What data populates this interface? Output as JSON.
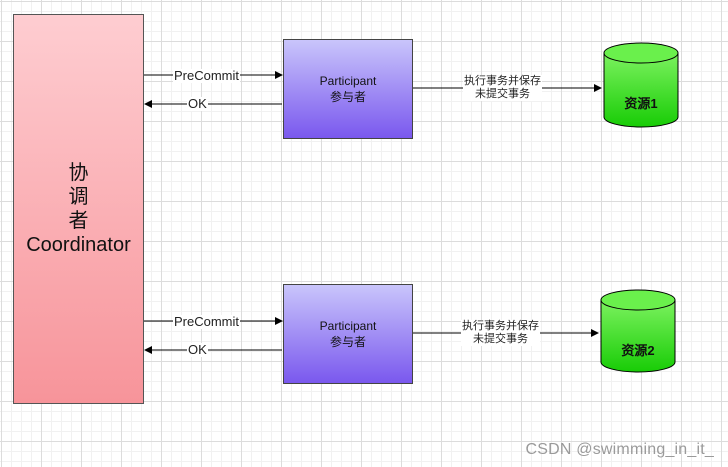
{
  "coordinator": {
    "lines": [
      "协",
      "调",
      "者",
      "Coordinator"
    ]
  },
  "participants": [
    {
      "name": "Participant",
      "label": "参与者",
      "precommit": "PreCommit",
      "ok": "OK",
      "action_line1": "执行事务并保存",
      "action_line2": "未提交事务",
      "resource": "资源1"
    },
    {
      "name": "Participant",
      "label": "参与者",
      "precommit": "PreCommit",
      "ok": "OK",
      "action_line1": "执行事务并保存",
      "action_line2": "未提交事务",
      "resource": "资源2"
    }
  ],
  "watermark": "CSDN @swimming_in_it_",
  "colors": {
    "coordinator_top": "#fecdd1",
    "coordinator_bottom": "#f7949a",
    "participant_top": "#c9c5fb",
    "participant_bottom": "#7a58ee",
    "resource_fill": "#33dd11",
    "resource_top": "#5fef3f"
  }
}
